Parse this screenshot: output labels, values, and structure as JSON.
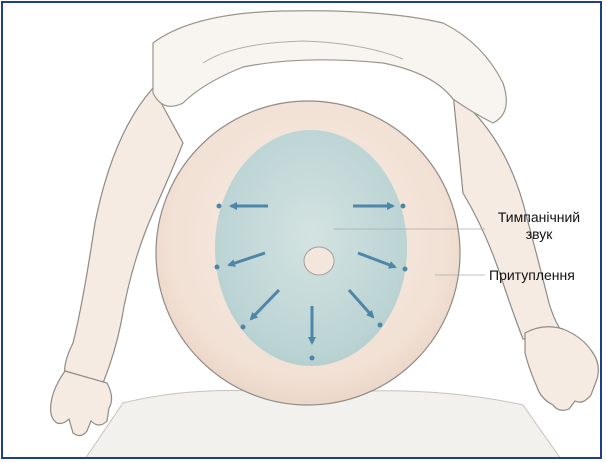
{
  "labels": {
    "tympanic_line1": "Тимпанічний",
    "tympanic_line2": "звук",
    "dullness": "Притуплення"
  },
  "colors": {
    "frame": "#1f3f8a",
    "skin": "#f4e6dc",
    "skin_shadow": "#ead7c9",
    "cloth": "#f7f4ef",
    "tympanic_area": "#bfd6d6",
    "arrow": "#4e86aa",
    "outline": "#8f8a86"
  },
  "icons": {
    "arrow": "arrow-icon",
    "percussion_point": "dot-icon"
  }
}
